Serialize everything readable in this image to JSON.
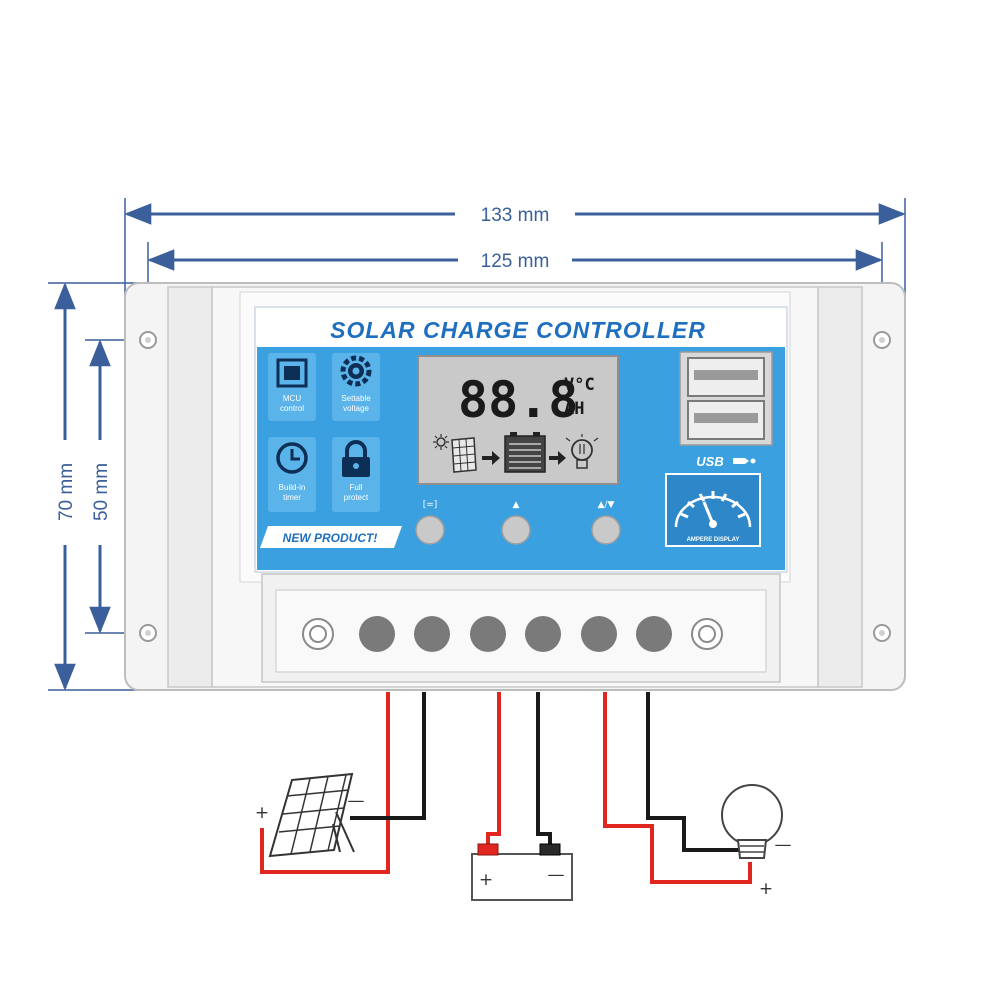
{
  "dimensions": {
    "outer_width": "133 mm",
    "inner_width": "125 mm",
    "outer_height": "70 mm",
    "inner_height": "50 mm"
  },
  "device": {
    "title": "SOLAR CHARGE CONTROLLER",
    "features": [
      {
        "icon": "chip-icon",
        "label_lines": [
          "MCU",
          "control"
        ]
      },
      {
        "icon": "gear-icon",
        "label_lines": [
          "Settable",
          "voltage"
        ]
      },
      {
        "icon": "clock-icon",
        "label_lines": [
          "Build-in",
          "timer"
        ]
      },
      {
        "icon": "lock-icon",
        "label_lines": [
          "Full",
          "protect"
        ]
      }
    ],
    "badge": "NEW PRODUCT!",
    "lcd": {
      "digits": "88.8",
      "unit_top": "V°C",
      "unit_bottom": "AH",
      "flow_icons": [
        "sun-icon",
        "solar-panel-icon",
        "arrow-right-icon",
        "battery-icon",
        "arrow-right-icon",
        "bulb-icon"
      ]
    },
    "buttons": [
      {
        "label": "[=]",
        "icon": "menu-icon"
      },
      {
        "label": "▲",
        "icon": "up-arrow-icon"
      },
      {
        "label": "▲/▼",
        "icon": "up-down-icon"
      }
    ],
    "usb_label": "USB",
    "ampere_label": "AMPERE DISPLAY",
    "terminal_count": 6
  },
  "wiring": {
    "pairs": [
      "solar-panel",
      "battery",
      "load"
    ],
    "polarity": {
      "solar_plus": "+",
      "solar_minus": "—",
      "battery_plus": "+",
      "battery_minus": "—",
      "load_plus": "+",
      "load_minus": "—"
    },
    "colors": {
      "positive": "#e0261f",
      "negative": "#1a1a1a"
    }
  },
  "colors": {
    "panel_blue": "#3aa0e0",
    "dimension_blue": "#3a5f9a",
    "title_blue": "#1f6fc0",
    "lcd_gray": "#c9c9c9",
    "body_gray": "#f2f2f2"
  }
}
